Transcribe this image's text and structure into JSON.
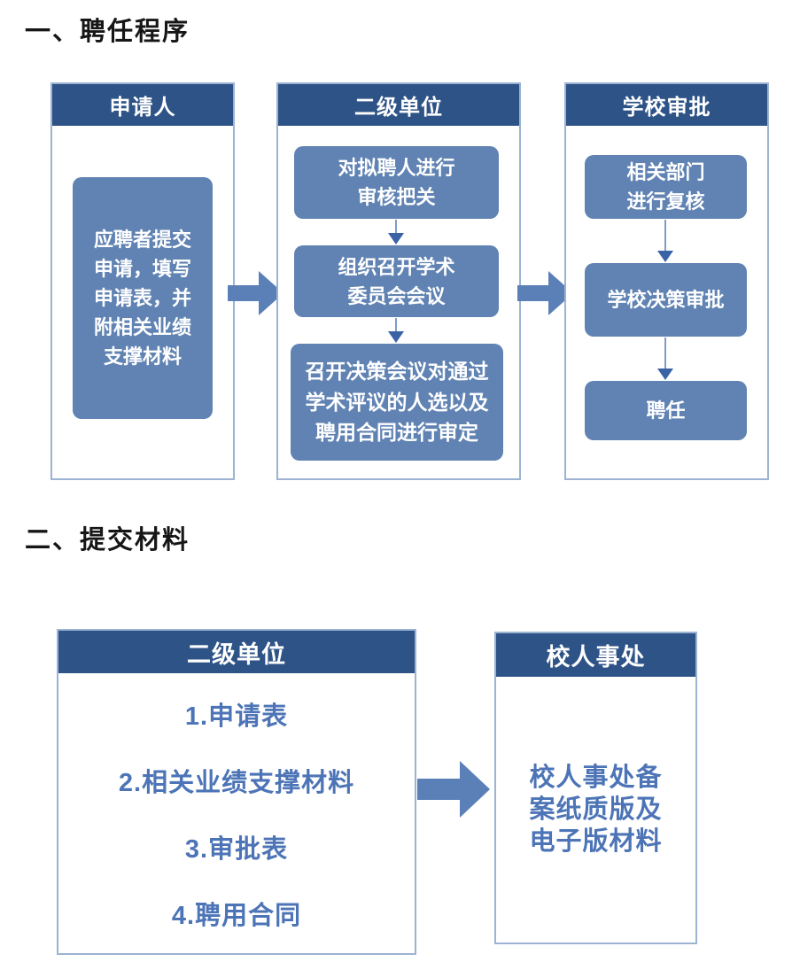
{
  "sections": [
    {
      "title": "一、聘任程序",
      "columns": [
        {
          "header": "申请人",
          "boxes": [
            "应聘者提交\n申请，填写\n申请表，并\n附相关业绩\n支撑材料"
          ]
        },
        {
          "header": "二级单位",
          "boxes": [
            "对拟聘人进行\n审核把关",
            "组织召开学术\n委员会会议",
            "召开决策会议对通过\n学术评议的人选以及\n聘用合同进行审定"
          ]
        },
        {
          "header": "学校审批",
          "boxes": [
            "相关部门\n进行复核",
            "学校决策审批",
            "聘任"
          ]
        }
      ]
    },
    {
      "title": "二、提交材料",
      "columns": [
        {
          "header": "二级单位",
          "items": [
            "1.申请表",
            "2.相关业绩支撑材料",
            "3.审批表",
            "4.聘用合同"
          ]
        },
        {
          "header": "校人事处",
          "body": "校人事处备\n案纸质版及\n电子版材料"
        }
      ]
    }
  ],
  "colors": {
    "panel_header_bg": "#2E5387",
    "flow_box_bg": "#6083B3",
    "block_arrow": "#5B80B7",
    "down_arrow_head": "#3A63A6",
    "down_arrow_line": "#7E9CC6",
    "panel_border": "#9CB3D4",
    "list_text": "#4C74B6",
    "title_text": "#161616"
  }
}
